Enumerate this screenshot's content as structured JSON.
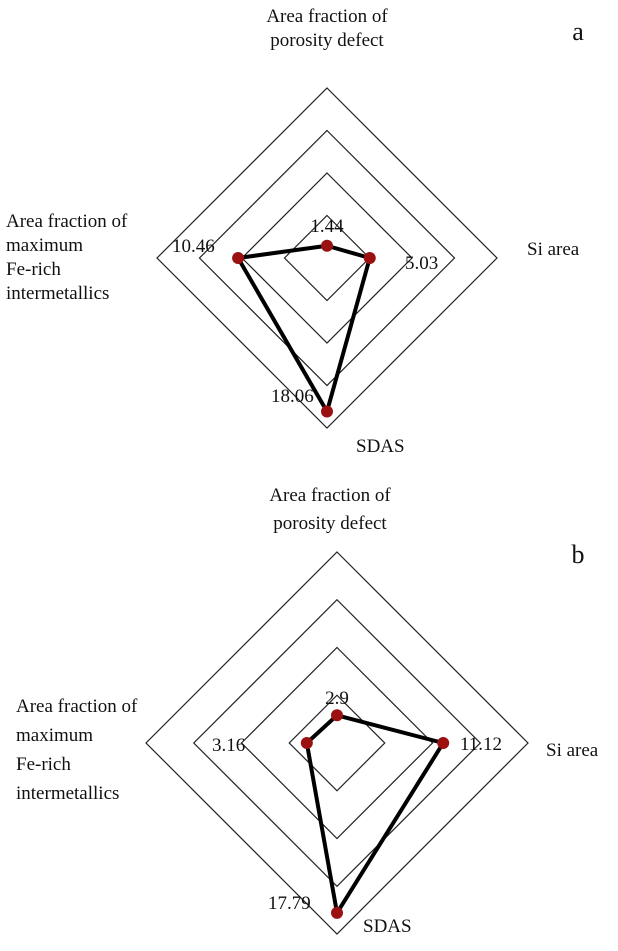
{
  "chart_data": [
    {
      "type": "radar",
      "panel_label": "a",
      "axes": [
        {
          "name": [
            "Area fraction of",
            "porosity defect"
          ],
          "direction": "top"
        },
        {
          "name": [
            "Si area"
          ],
          "direction": "right"
        },
        {
          "name": [
            "SDAS"
          ],
          "direction": "bottom"
        },
        {
          "name": [
            "Area fraction  of",
            "maximum",
            "Fe-rich",
            "intermetallics"
          ],
          "direction": "left"
        }
      ],
      "values": [
        1.44,
        5.03,
        18.06,
        10.46
      ],
      "value_labels": [
        "1.44",
        "5.03",
        "18.06",
        "10.46"
      ],
      "rlim": [
        0,
        20
      ],
      "rings": 4,
      "grid": true,
      "line_color": "#000000",
      "marker_color": "#9b1010"
    },
    {
      "type": "radar",
      "panel_label": "b",
      "axes": [
        {
          "name": [
            "Area fraction of",
            "porosity defect"
          ],
          "direction": "top"
        },
        {
          "name": [
            "Si area"
          ],
          "direction": "right"
        },
        {
          "name": [
            "SDAS"
          ],
          "direction": "bottom"
        },
        {
          "name": [
            "Area fraction  of",
            "maximum",
            "Fe-rich",
            "intermetallics"
          ],
          "direction": "left"
        }
      ],
      "values": [
        2.9,
        11.12,
        17.79,
        3.16
      ],
      "value_labels": [
        "2.9",
        "11.12",
        "17.79",
        "3.16"
      ],
      "rlim": [
        0,
        20
      ],
      "rings": 4,
      "grid": true,
      "line_color": "#000000",
      "marker_color": "#9b1010"
    }
  ]
}
